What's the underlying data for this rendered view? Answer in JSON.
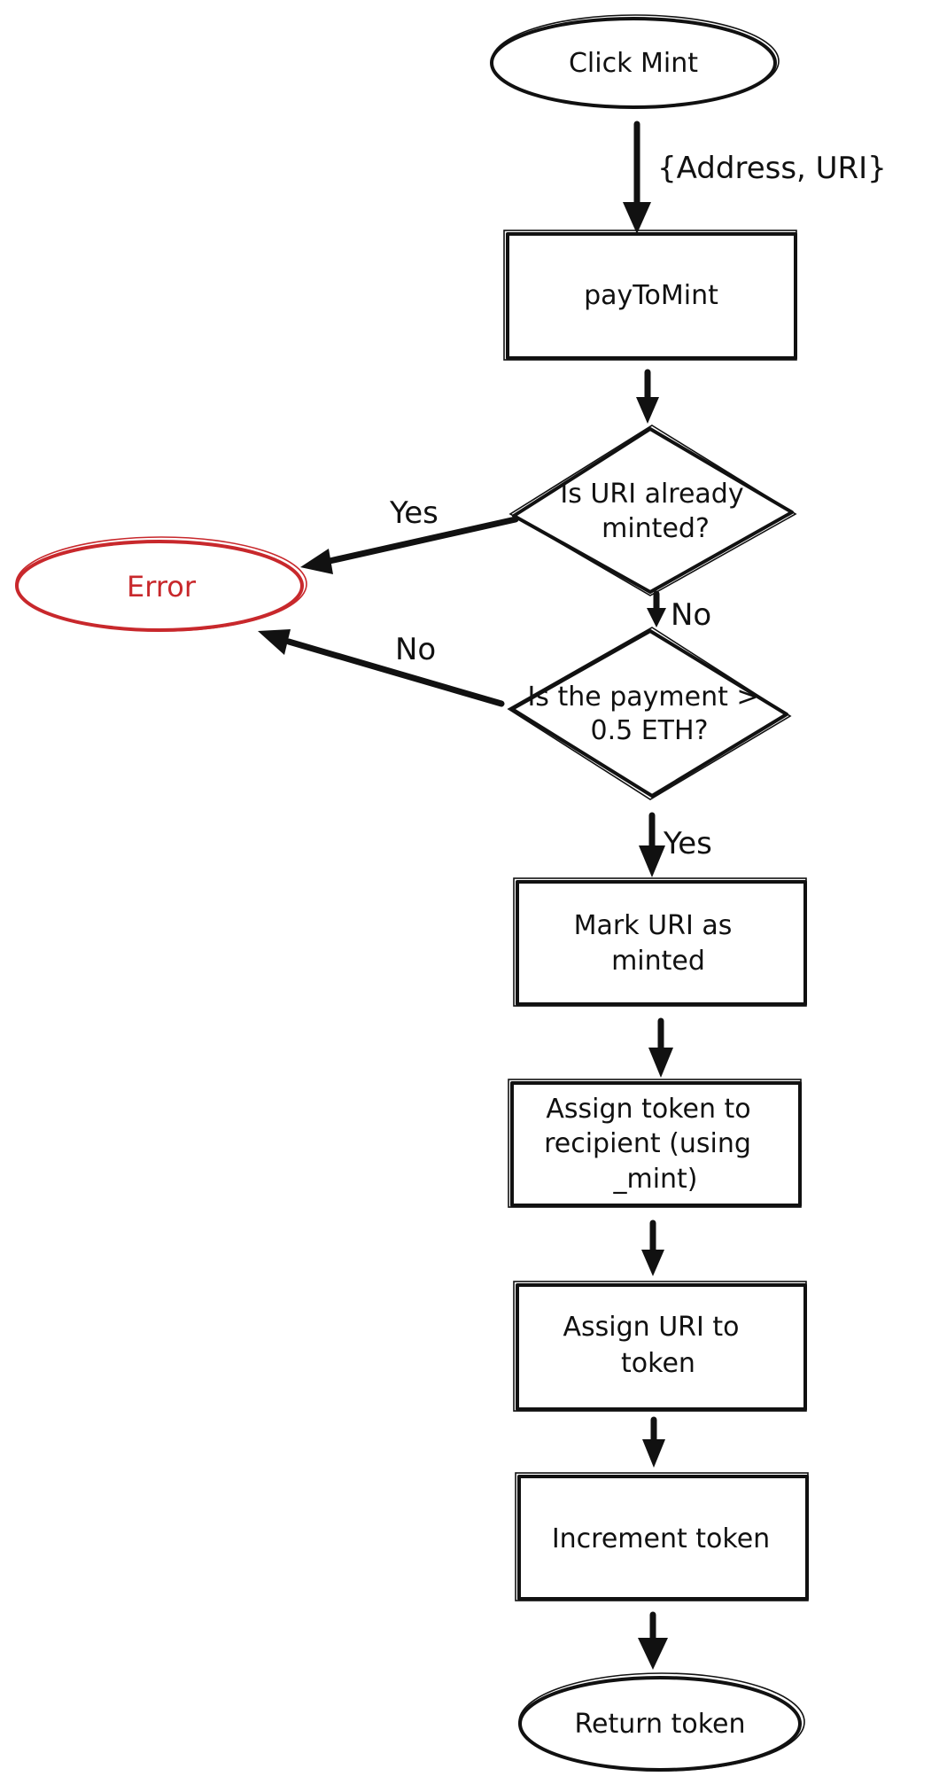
{
  "colors": {
    "ink": "#111111",
    "error": "#c8282c",
    "background": "#ffffff"
  },
  "nodes": {
    "start": "Click Mint",
    "pay_to_mint": "payToMint",
    "decision_uri": [
      "Is URI already",
      "minted?"
    ],
    "error": "Error",
    "decision_payment": [
      "Is the payment >",
      "0.5 ETH?"
    ],
    "mark_uri": [
      "Mark URI as",
      "minted"
    ],
    "assign_token": [
      "Assign token to",
      "recipient (using",
      "_mint)"
    ],
    "assign_uri": [
      "Assign URI to",
      "token"
    ],
    "increment": "Increment token",
    "end": "Return token"
  },
  "edges": {
    "start_to_pay": "{Address, URI}",
    "uri_yes": "Yes",
    "uri_no": "No",
    "payment_no": "No",
    "payment_yes": "Yes"
  }
}
